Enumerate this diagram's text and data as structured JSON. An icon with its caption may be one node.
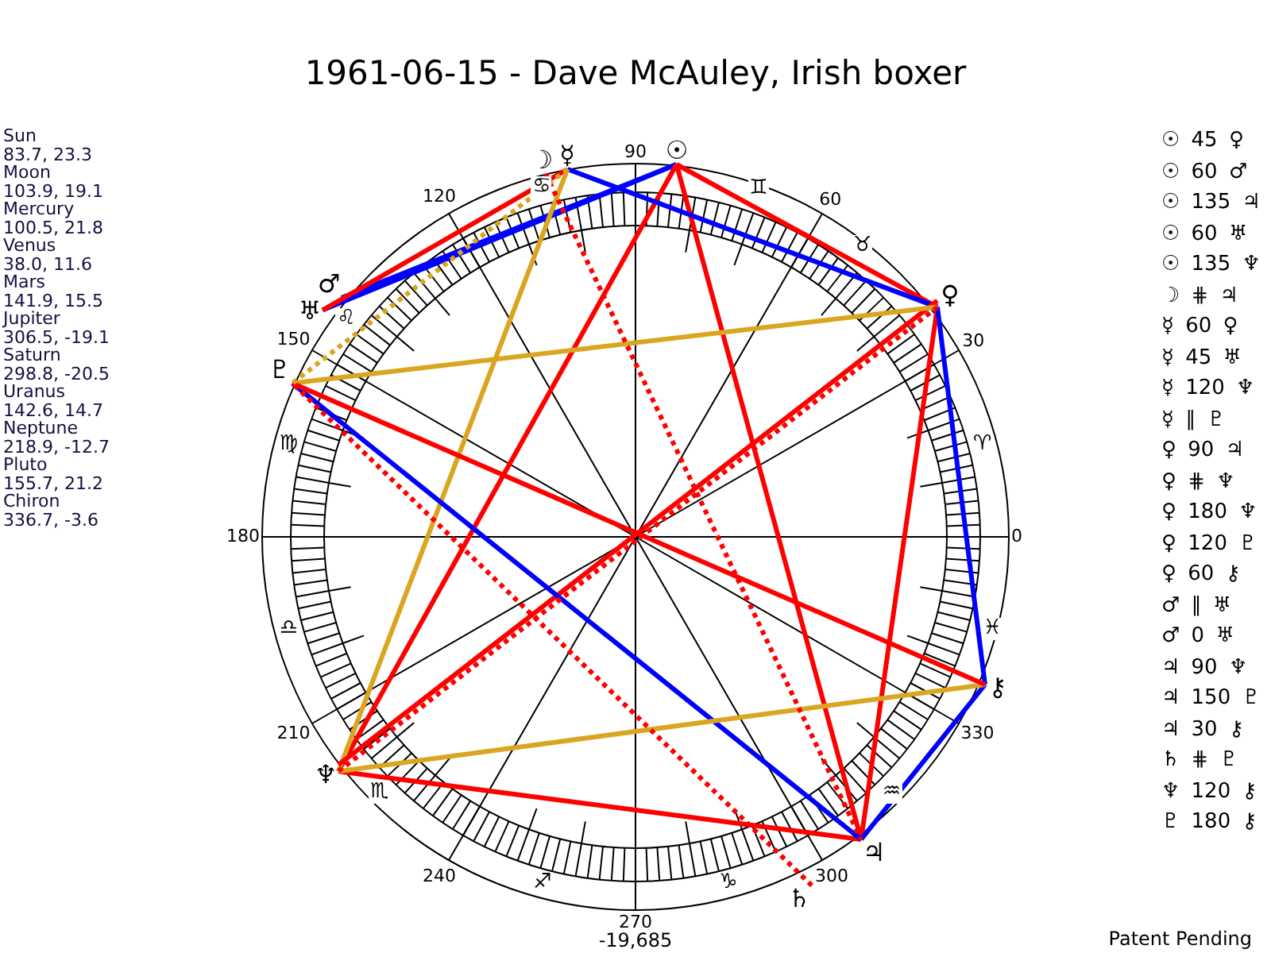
{
  "diagram": {
    "title": "1961-06-15 - Dave McAuley, Irish boxer",
    "nodes": [
      {
        "text": [
          "☉"
        ]
      },
      {
        "text": [
          "☽"
        ]
      },
      {
        "text": [
          "☿"
        ]
      },
      {
        "text": [
          "♀"
        ]
      },
      {
        "text": [
          "♂"
        ]
      },
      {
        "text": [
          "♃"
        ]
      },
      {
        "text": [
          "♄"
        ]
      },
      {
        "text": [
          "♅"
        ]
      },
      {
        "text": [
          "♆"
        ]
      },
      {
        "text": [
          "♇"
        ]
      },
      {
        "text": [
          "⚷"
        ]
      }
    ],
    "edges": [
      {
        "from": 0,
        "to": 3,
        "arrow": "none"
      },
      {
        "from": 0,
        "to": 4,
        "arrow": "none",
        "color": "#0000ff"
      },
      {
        "from": 0,
        "to": 5,
        "arrow": "none"
      },
      {
        "from": 0,
        "to": 7,
        "arrow": "none",
        "color": "#0000ff"
      },
      {
        "from": 0,
        "to": 8,
        "arrow": "none"
      },
      {
        "from": 1,
        "to": 5,
        "arrow": "none",
        "style": "dashed"
      },
      {
        "from": 2,
        "to": 3,
        "arrow": "none",
        "color": "#0000ff"
      },
      {
        "from": 2,
        "to": 7,
        "arrow": "none"
      },
      {
        "from": 2,
        "to": 8,
        "arrow": "none",
        "color": "#daa520"
      },
      {
        "from": 2,
        "to": 9,
        "arrow": "none",
        "style": "dashed",
        "color": "#daa520"
      },
      {
        "from": 3,
        "to": 5,
        "arrow": "none"
      },
      {
        "from": 3,
        "to": 8,
        "arrow": "none",
        "style": "dashed"
      },
      {
        "from": 3,
        "to": 8,
        "arrow": "none"
      },
      {
        "from": 3,
        "to": 9,
        "arrow": "none",
        "color": "#daa520"
      },
      {
        "from": 3,
        "to": 10,
        "arrow": "none",
        "color": "#0000ff"
      },
      {
        "from": 5,
        "to": 8,
        "arrow": "none"
      },
      {
        "from": 5,
        "to": 9,
        "arrow": "none",
        "color": "#0000ff"
      },
      {
        "from": 5,
        "to": 10,
        "arrow": "none",
        "color": "#0000ff"
      },
      {
        "from": 6,
        "to": 9,
        "arrow": "none",
        "style": "dashed"
      },
      {
        "from": 8,
        "to": 10,
        "arrow": "none",
        "color": "#daa520"
      },
      {
        "from": 9,
        "to": 10,
        "arrow": "none"
      }
    ],
    "labels": [
      "Sun",
      "83.7, 23.3",
      "Moon",
      "103.9, 19.1",
      "Mercury",
      "100.5, 21.8",
      "Venus",
      "38.0, 11.6",
      "Mars",
      "141.9, 15.5",
      "Jupiter",
      "306.5, -19.1",
      "Saturn",
      "298.8, -20.5",
      "Uranus",
      "142.6, 14.7",
      "Neptune",
      "218.9, -12.7",
      "Pluto",
      "155.7, 21.2",
      "Chiron",
      "336.7, -3.6",
      "☉ 45 ♀",
      "☉ 60 ♂",
      "☉ 135 ♃",
      "☉ 60 ♅",
      "☉ 135 ♆",
      "☽ ⋕ ♃",
      "☿ 60 ♀",
      "☿ 45 ♅",
      "☿ 120 ♆",
      "☿ ∥ ♇",
      "♀ 90 ♃",
      "♀ ⋕ ♆",
      "♀ 180 ♆",
      "♀ 120 ♇",
      "♀ 60 ⚷",
      "♂ ∥ ♅",
      "♂ 0 ♅",
      "♃ 90 ♆",
      "♃ 150 ♇",
      "♃ 30 ⚷",
      "♄ ⋕ ♇",
      "♆ 120 ⚷",
      "♇ 180 ⚷",
      "0",
      "30",
      "60",
      "90",
      "120",
      "150",
      "180",
      "210",
      "240",
      "270",
      "300",
      "330",
      "♈",
      "♉",
      "♊",
      "♋",
      "♌",
      "♍",
      "♎",
      "♏",
      "♐",
      "♑",
      "♒",
      "♓",
      "-19,685",
      "Patent Pending"
    ]
  }
}
